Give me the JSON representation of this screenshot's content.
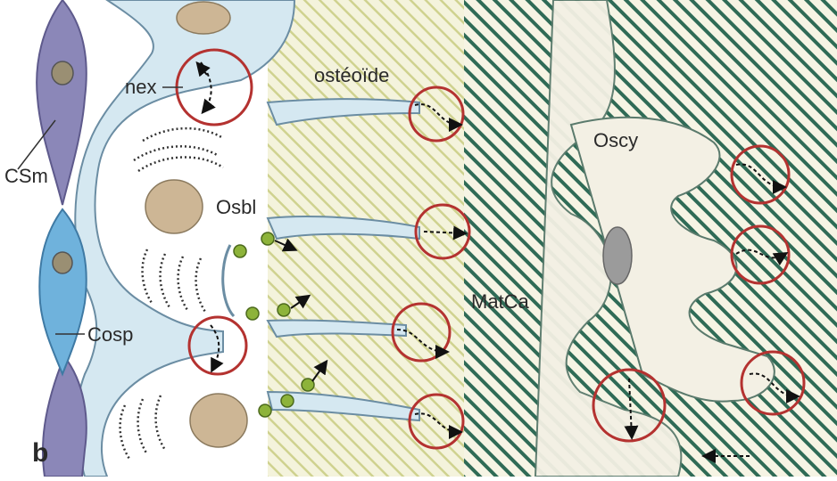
{
  "figure": {
    "panel_label": "b",
    "labels": {
      "osteoid": "ostéoïde",
      "nex": "nex",
      "osteocyte": "Oscy",
      "marrow_stromal_cell": "CSm",
      "osteoblast": "Osbl",
      "calcified_matrix": "MatCa",
      "osteoprogenitor": "Cosp"
    }
  },
  "colors": {
    "background": "#ffffff",
    "cell_cytoplasm": "#d3e6ef",
    "cell_outline": "#6b8da3",
    "osteoid_hatch": "#d7d99c",
    "calcified_matrix": "#2f6b56",
    "marrow_cell": "#8b87b8",
    "nucleus": "#cdb695",
    "osteocyte_nucleus": "#9b9b9b",
    "circle_highlight": "#b43230",
    "vesicle": "#8db33a"
  },
  "icons": {
    "junction_marker": "circle-with-double-arrow",
    "vesicle": "green-dot"
  }
}
